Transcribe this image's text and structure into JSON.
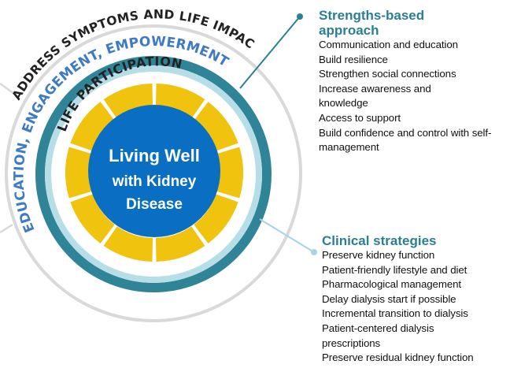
{
  "diagram": {
    "center": {
      "lines": [
        "Living Well",
        "with Kidney",
        "Disease"
      ]
    },
    "rings": {
      "life_participation": "LIFE PARTICIPATION",
      "education": "EDUCATION, ENGAGEMENT, EMPOWERMENT",
      "address": "ADDRESS SYMPTOMS AND LIFE IMPACTS"
    },
    "yellow_segment_count": 10,
    "colors": {
      "center_blue": "#0a6fc2",
      "yellow": "#f0c30f",
      "teal": "#2f8597",
      "light_blue": "#b7dde7",
      "gray": "#d9d9d9",
      "heading_teal": "#2a7f94",
      "education_text": "#3e7bc4",
      "dark_text": "#222222"
    }
  },
  "panels": {
    "strengths": {
      "title": "Strengths-based approach",
      "items": [
        "Communication and education",
        "Build resilience",
        "Strengthen social connections",
        "Increase awareness and knowledge",
        "Access to support",
        "Build confidence and control with self-management"
      ]
    },
    "clinical": {
      "title": "Clinical strategies",
      "items": [
        "Preserve kidney function",
        "Patient-friendly lifestyle and diet",
        "Pharmacological management",
        "Delay dialysis start if possible",
        "Incremental transition to dialysis",
        "Patient-centered dialysis prescriptions",
        "Preserve residual kidney function"
      ]
    }
  }
}
